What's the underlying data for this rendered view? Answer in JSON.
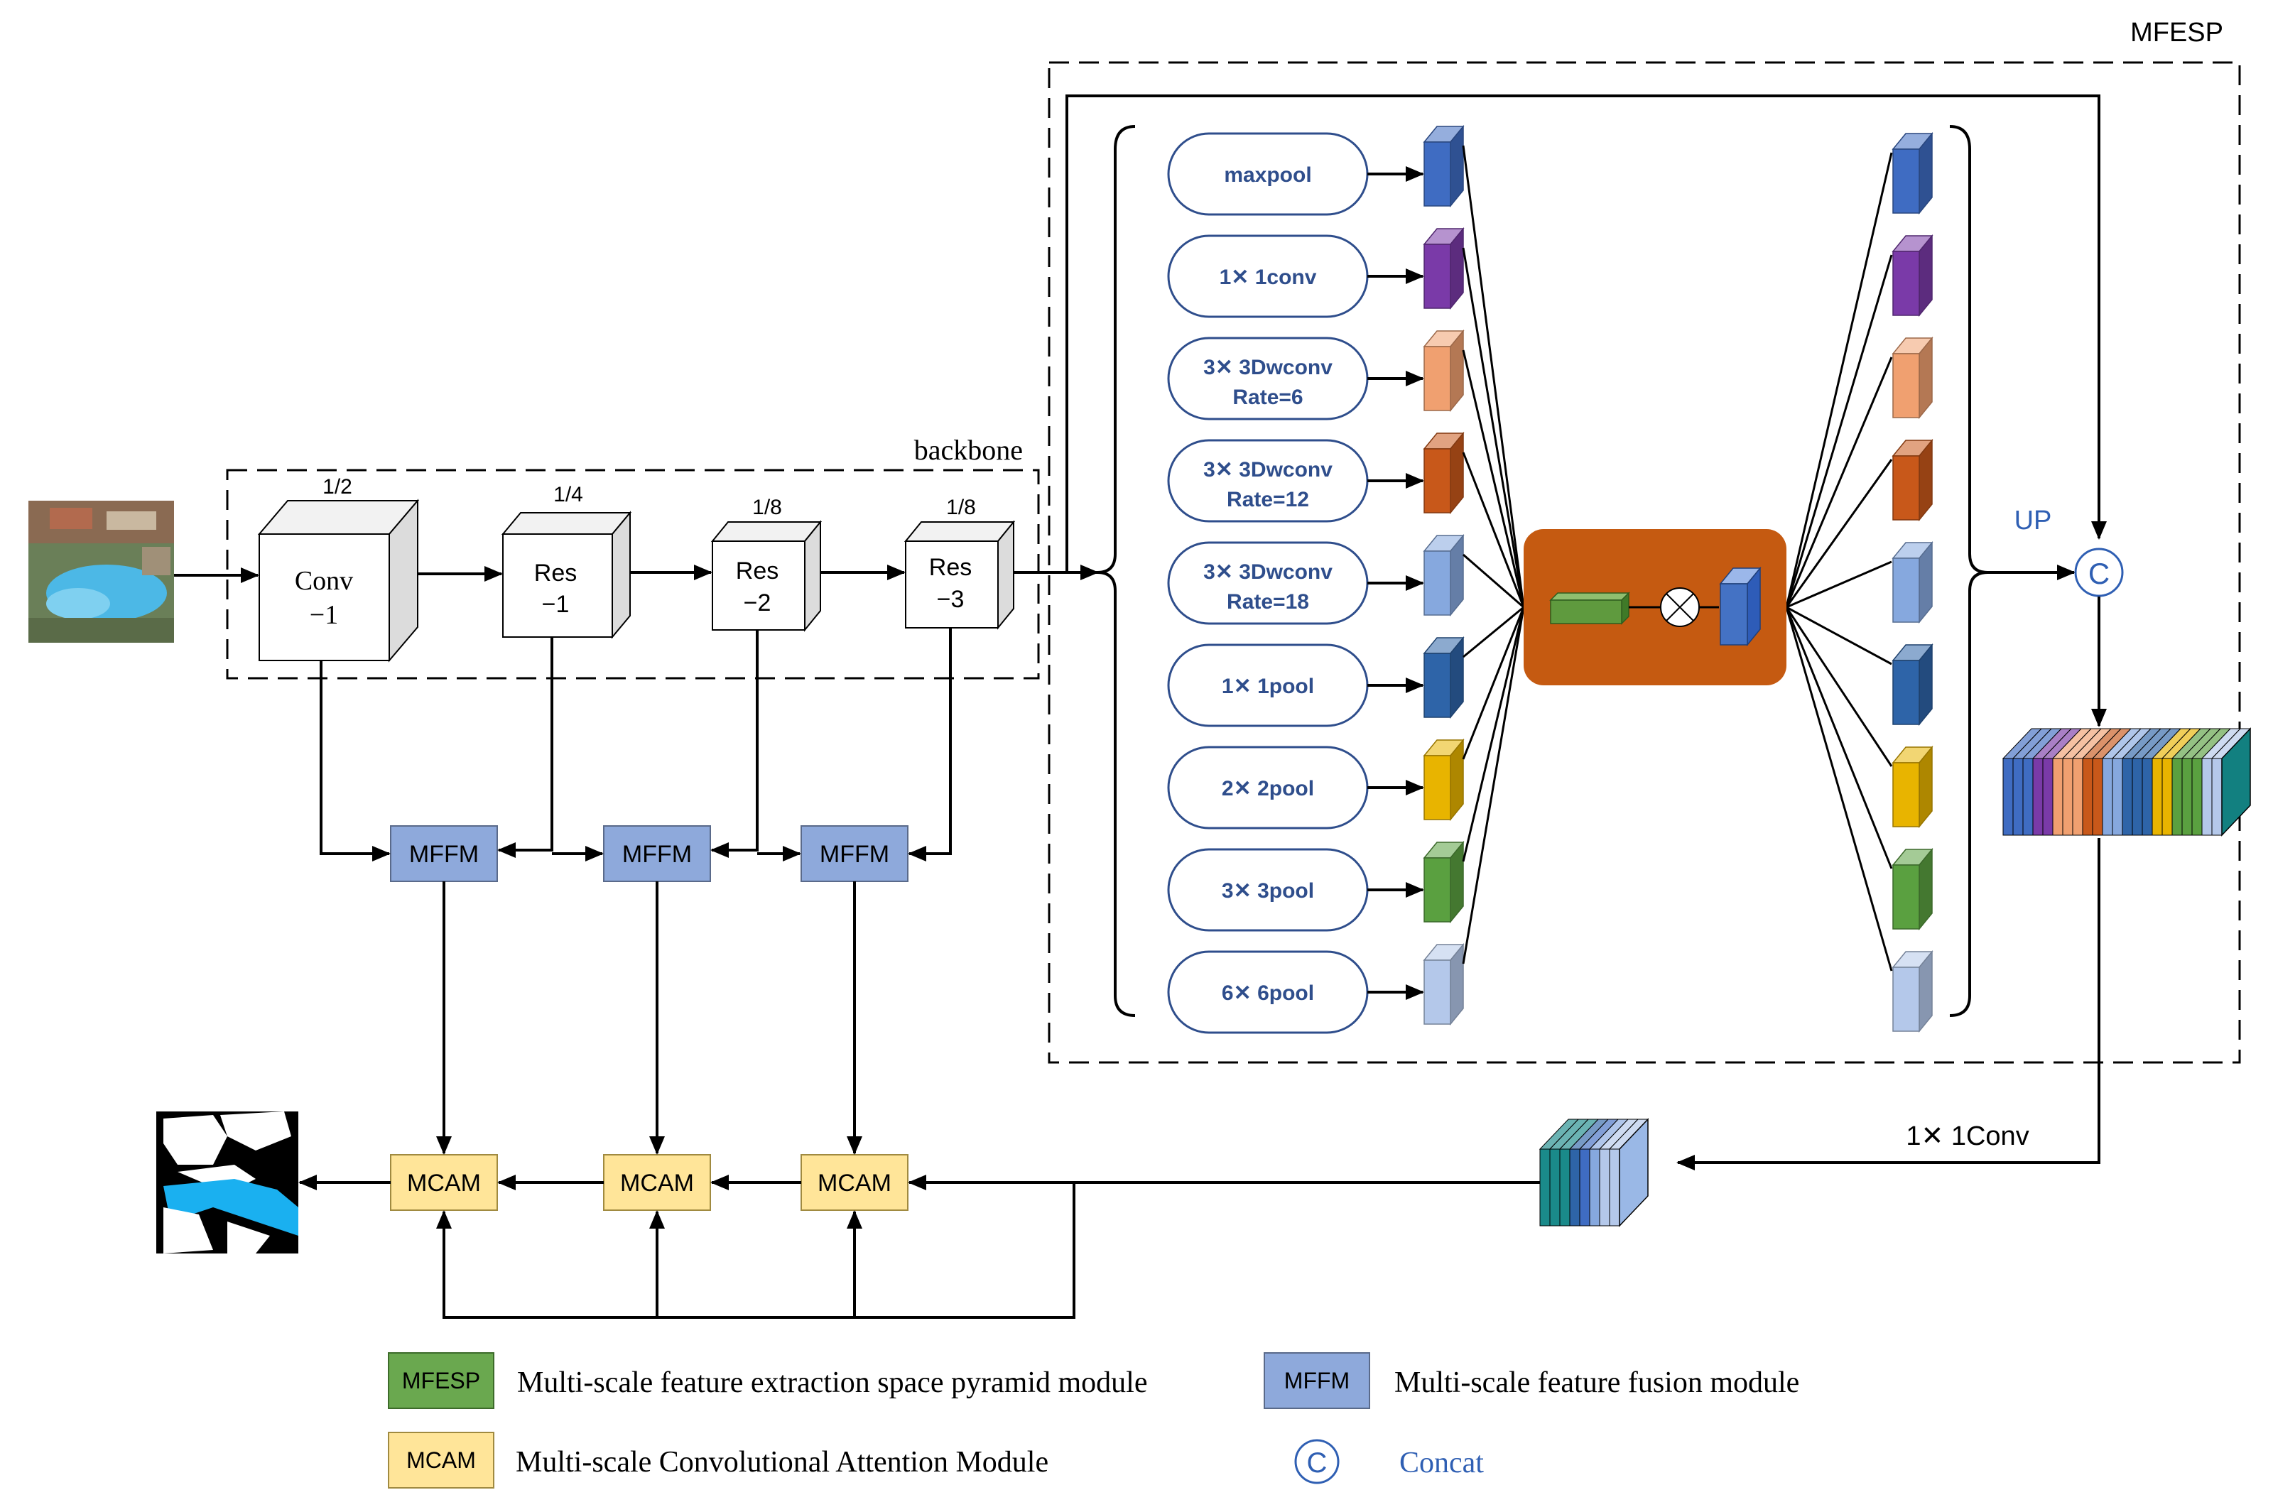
{
  "diagram": {
    "mfesp_title": "MFESP",
    "backbone_title": "backbone",
    "scales": [
      "1/2",
      "1/4",
      "1/8",
      "1/8"
    ],
    "backbone_blocks": [
      {
        "line1": "Conv",
        "line2": "−1"
      },
      {
        "line1": "Res",
        "line2": "−1"
      },
      {
        "line1": "Res",
        "line2": "−2"
      },
      {
        "line1": "Res",
        "line2": "−3"
      }
    ],
    "mffm_label": "MFFM",
    "mcam_label": "MCAM",
    "branches": [
      {
        "line1": "maxpool",
        "line2": "",
        "color": "#3f6cc2"
      },
      {
        "line1": "1✕ 1conv",
        "line2": "",
        "color": "#7a3aa8"
      },
      {
        "line1": "3✕ 3Dwconv",
        "line2": "Rate=6",
        "color": "#f0a070"
      },
      {
        "line1": "3✕ 3Dwconv",
        "line2": "Rate=12",
        "color": "#c8581a"
      },
      {
        "line1": "3✕ 3Dwconv",
        "line2": "Rate=18",
        "color": "#86a8de"
      },
      {
        "line1": "1✕ 1pool",
        "line2": "",
        "color": "#2e64a8"
      },
      {
        "line1": "2✕ 2pool",
        "line2": "",
        "color": "#e8b400"
      },
      {
        "line1": "3✕ 3pool",
        "line2": "",
        "color": "#5aa040"
      },
      {
        "line1": "6✕ 6pool",
        "line2": "",
        "color": "#b4c8ea"
      }
    ],
    "up_label": "UP",
    "concat_symbol": "C",
    "conv_label": "1✕ 1Conv"
  },
  "legend": [
    {
      "tag": "MFESP",
      "text": "Multi-scale feature extraction space pyramid module",
      "color": "#6aa84f"
    },
    {
      "tag": "MFFM",
      "text": "Multi-scale feature fusion module",
      "color": "#8ea9db"
    },
    {
      "tag": "MCAM",
      "text": "Multi-scale Convolutional Attention Module",
      "color": "#ffe599"
    },
    {
      "tag": "C",
      "text": "Concat",
      "color": "#2f5fb3"
    }
  ],
  "colors": {
    "mffm": "#8ea9db",
    "mcam": "#ffe599",
    "attention_block": "#c55a11",
    "ellipse_text": "#2f4e8c",
    "concat": "#2f5fb3"
  }
}
